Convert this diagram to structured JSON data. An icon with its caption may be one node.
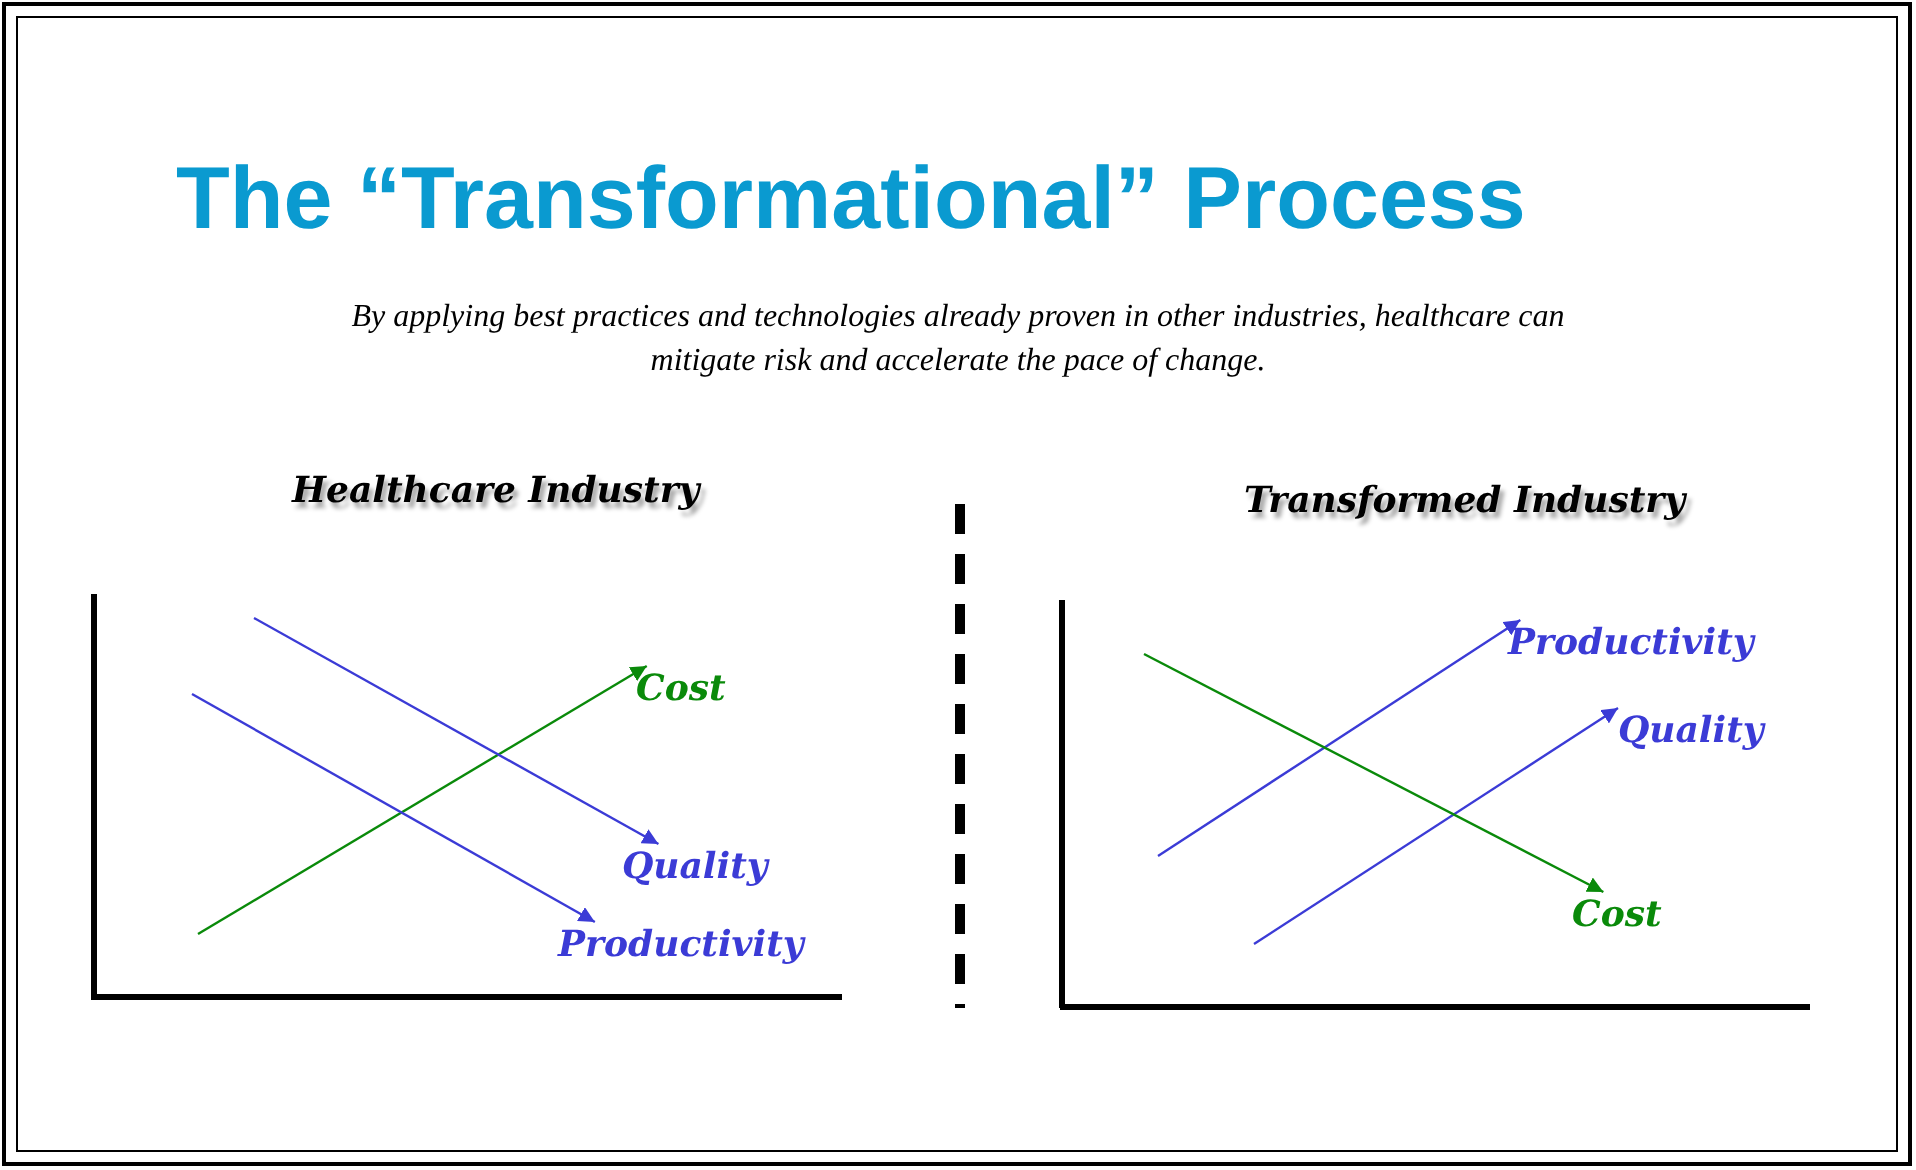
{
  "diagram": {
    "title": "The “Transformational” Process",
    "nodes": [
      {
        "text": [
          "Cost"
        ]
      },
      {
        "text": [
          "Quality"
        ]
      },
      {
        "text": [
          "Productivity"
        ]
      },
      {
        "text": [
          "Productivity"
        ]
      },
      {
        "text": [
          "Quality"
        ]
      },
      {
        "text": [
          "Cost"
        ]
      }
    ],
    "edges": [
      {
        "from": null,
        "to": 0,
        "arrow": "to",
        "color": "#0a8a0a"
      },
      {
        "from": null,
        "to": 1,
        "arrow": "to"
      },
      {
        "from": null,
        "to": 2,
        "arrow": "to"
      },
      {
        "from": null,
        "to": 3,
        "arrow": "to"
      },
      {
        "from": null,
        "to": 4,
        "arrow": "to"
      },
      {
        "from": null,
        "to": 5,
        "arrow": "to",
        "color": "#0a8a0a"
      }
    ],
    "labels": [
      "By applying best practices and technologies already proven in other industries, healthcare can mitigate risk and accelerate the pace of change.",
      "Healthcare Industry",
      "Transformed Industry"
    ]
  }
}
